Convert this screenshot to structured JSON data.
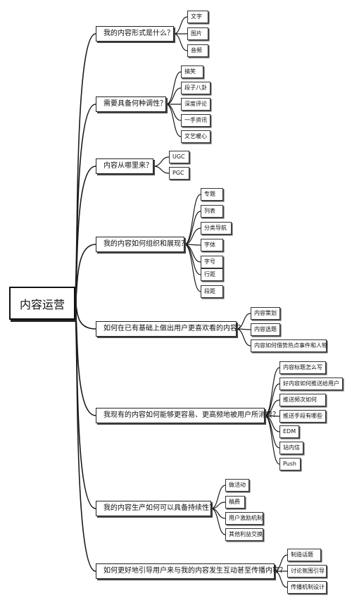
{
  "root": {
    "label": "内容运营"
  },
  "branches": [
    {
      "label": "我的内容形式是什么？",
      "children": [
        "文字",
        "图片",
        "音频"
      ]
    },
    {
      "label": "需要具备何种调性？",
      "children": [
        "搞笑",
        "段子八卦",
        "深度评论",
        "一手资讯",
        "文艺暖心"
      ]
    },
    {
      "label": "内容从哪里来？",
      "children": [
        "UGC",
        "PGC"
      ]
    },
    {
      "label": "我的内容如何组织和展现？",
      "children": [
        "专题",
        "列表",
        "分类导航",
        "字体",
        "字号",
        "行距",
        "段距"
      ]
    },
    {
      "label": "如何在已有基础上做出用户更喜欢看的内容？",
      "children": [
        "内容策划",
        "内容选题",
        "内容如何借势热点事件和人物"
      ]
    },
    {
      "label": "我现有的内容如何能够更容易、更高频地被用户所消费？",
      "children": [
        "内容标题怎么写",
        "好内容如何推送给用户",
        "推送频次如何",
        "推送手段有哪些",
        "EDM",
        "站内信",
        "Push"
      ]
    },
    {
      "label": "我的内容生产如何可以具备持续性？",
      "children": [
        "做活动",
        "稿费",
        "用户激励机制",
        "其他利益交换"
      ]
    },
    {
      "label": "如何更好地引导用户来与我的内容发生互动甚至传播内容？",
      "children": [
        "制造话题",
        "讨论氛围引导",
        "传播机制设计"
      ]
    }
  ]
}
